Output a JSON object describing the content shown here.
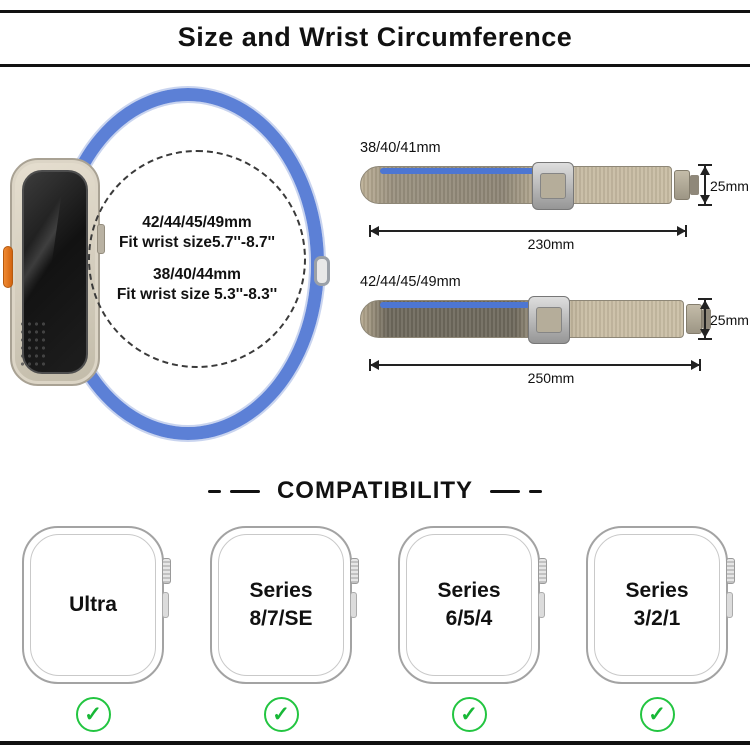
{
  "header": {
    "title": "Size and Wrist Circumference"
  },
  "watch_info": {
    "size1": "42/44/45/49mm",
    "fit1": "Fit wrist size5.7''-8.7''",
    "size2": "38/40/44mm",
    "fit2": "Fit wrist size 5.3''-8.3''"
  },
  "bands": [
    {
      "label": "38/40/41mm",
      "length": "230mm",
      "width": "25mm"
    },
    {
      "label": "42/44/45/49mm",
      "length": "250mm",
      "width": "25mm"
    }
  ],
  "compatibility": {
    "title": "COMPATIBILITY",
    "check": "✓",
    "models": [
      {
        "line1": "Ultra",
        "line2": ""
      },
      {
        "line1": "Series",
        "line2": "8/7/SE"
      },
      {
        "line1": "Series",
        "line2": "6/5/4"
      },
      {
        "line1": "Series",
        "line2": "3/2/1"
      }
    ]
  },
  "colors": {
    "accent_blue": "#5c80d6",
    "action_orange": "#f08a33",
    "check_green": "#23c541",
    "line_black": "#111111"
  }
}
